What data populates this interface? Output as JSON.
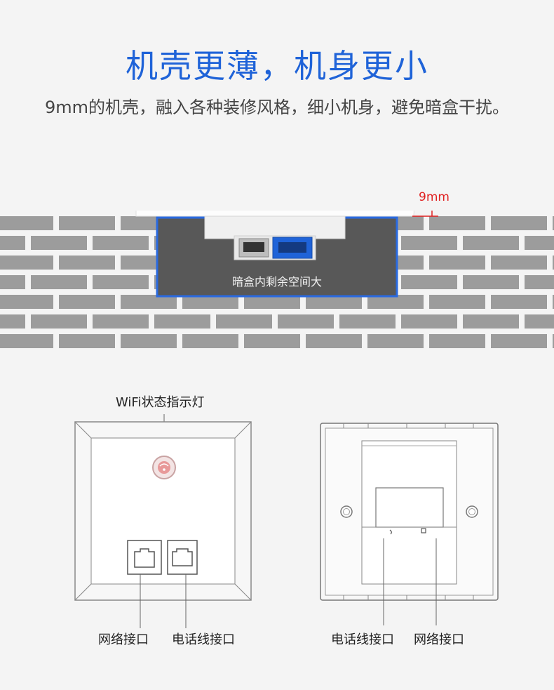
{
  "header": {
    "title": "机壳更薄，机身更小",
    "subtitle": "9mm的机壳，融入各种装修风格，细小机身，避免暗盒干扰。"
  },
  "wall_section": {
    "thickness_label": "9mm",
    "box_caption": "暗盒内剩余空间大"
  },
  "front_view": {
    "indicator_label": "WiFi状态指示灯",
    "network_port_label": "网络接口",
    "phone_port_label": "电话线接口"
  },
  "back_view": {
    "phone_port_label": "电话线接口",
    "network_port_label": "网络接口"
  },
  "colors": {
    "accent_blue": "#1f63d8",
    "dimension_red": "#e02020",
    "brick": "#9a9a9a",
    "mortar": "#f4f4f4",
    "box_dark": "#585858"
  }
}
